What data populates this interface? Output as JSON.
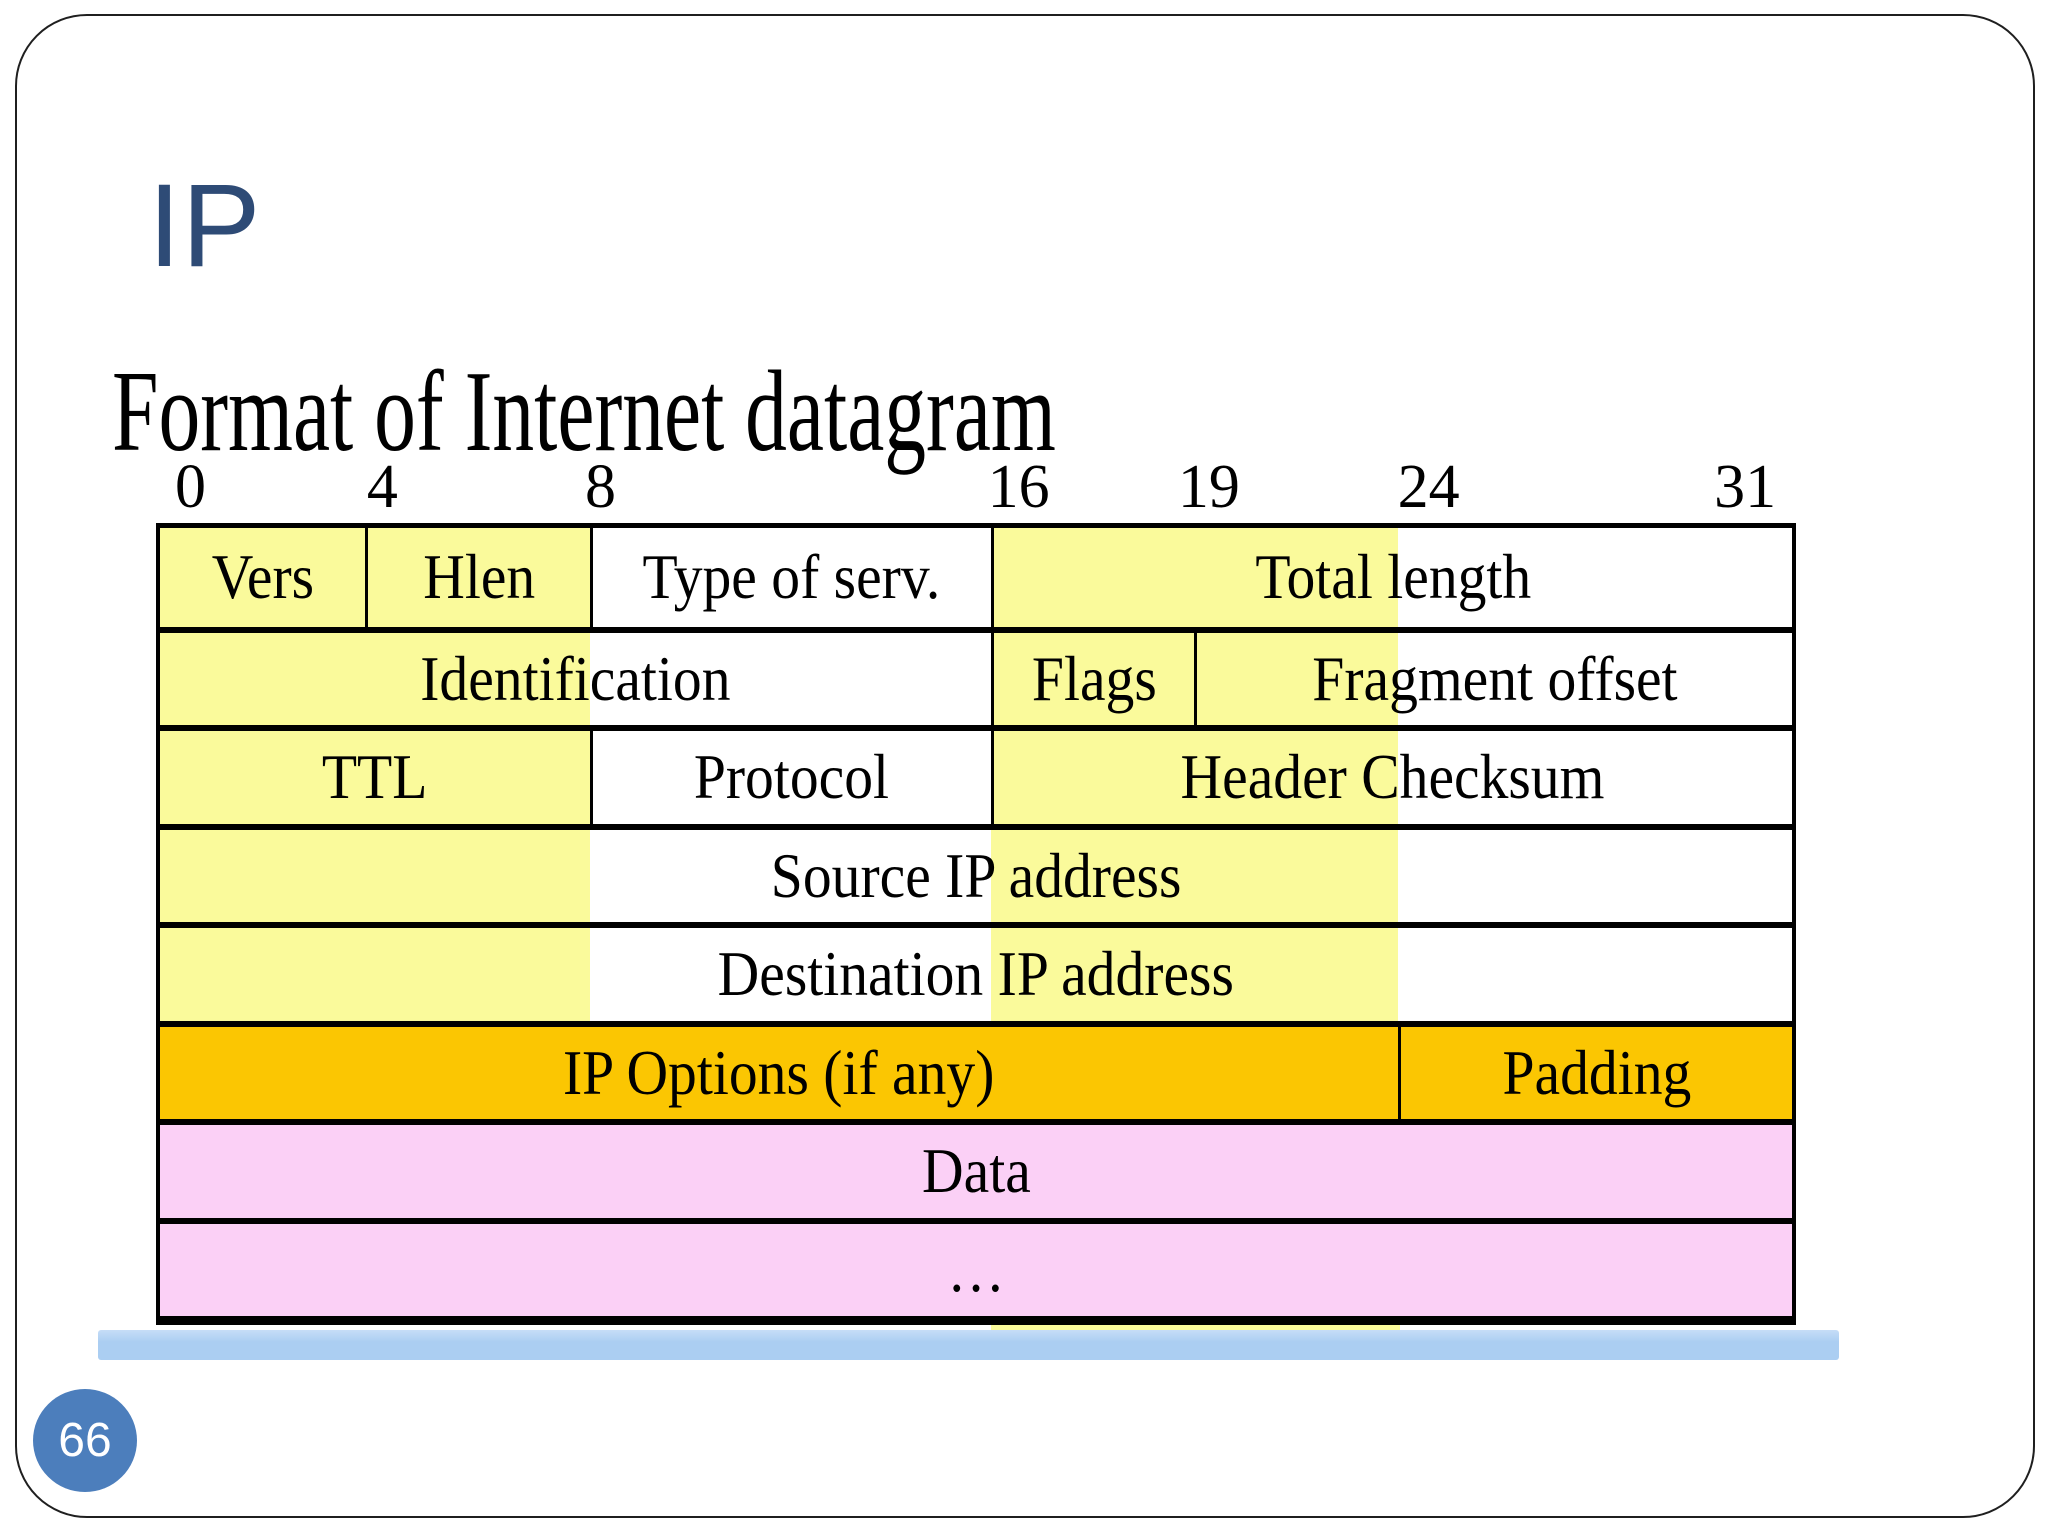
{
  "slide": {
    "title": "IP",
    "heading": "Format of Internet datagram",
    "page_number": "66"
  },
  "colors": {
    "title_blue": "#2E4B76",
    "highlight_yellow": "#FAFA9B",
    "options_orange": "#FBC602",
    "data_pink": "#FBD0F6",
    "divider_blue": "#ABCEF2",
    "badge_blue": "#4C7EBC",
    "border_black": "#000000"
  },
  "diagram": {
    "bit_ruler": [
      {
        "label": "0",
        "pct": 2.1
      },
      {
        "label": "4",
        "pct": 13.8
      },
      {
        "label": "8",
        "pct": 27.1
      },
      {
        "label": "16",
        "pct": 52.6
      },
      {
        "label": "19",
        "pct": 64.2
      },
      {
        "label": "24",
        "pct": 77.6
      },
      {
        "label": "31",
        "pct": 96.9
      }
    ],
    "highlight_bands": [
      {
        "name": "bits-0-8",
        "from_pct": 0,
        "to_pct": 26.34
      },
      {
        "name": "bits-16-24",
        "from_pct": 50.91,
        "to_pct": 75.85
      }
    ],
    "rows": [
      {
        "kind": "header",
        "cells": [
          {
            "label": "Vers",
            "bits": "0-3",
            "from_pct": 0,
            "to_pct": 12.56
          },
          {
            "label": "Hlen",
            "bits": "4-7",
            "from_pct": 12.56,
            "to_pct": 26.34
          },
          {
            "label": "Type of serv.",
            "bits": "8-15",
            "from_pct": 26.34,
            "to_pct": 50.91
          },
          {
            "label": "Total length",
            "bits": "16-31",
            "from_pct": 50.91,
            "to_pct": 100
          }
        ]
      },
      {
        "kind": "header",
        "cells": [
          {
            "label": "Identification",
            "bits": "0-15",
            "from_pct": 0,
            "to_pct": 50.91
          },
          {
            "label": "Flags",
            "bits": "16-18",
            "from_pct": 50.91,
            "to_pct": 63.35
          },
          {
            "label": "Fragment offset",
            "bits": "19-31",
            "from_pct": 63.35,
            "to_pct": 100
          }
        ]
      },
      {
        "kind": "header",
        "cells": [
          {
            "label": "TTL",
            "bits": "0-7",
            "from_pct": 0,
            "to_pct": 26.34
          },
          {
            "label": "Protocol",
            "bits": "8-15",
            "from_pct": 26.34,
            "to_pct": 50.91
          },
          {
            "label": "Header Checksum",
            "bits": "16-31",
            "from_pct": 50.91,
            "to_pct": 100
          }
        ]
      },
      {
        "kind": "header",
        "cells": [
          {
            "label": "Source IP address",
            "bits": "0-31",
            "from_pct": 0,
            "to_pct": 100
          }
        ]
      },
      {
        "kind": "header",
        "cells": [
          {
            "label": "Destination IP address",
            "bits": "0-31",
            "from_pct": 0,
            "to_pct": 100
          }
        ]
      },
      {
        "kind": "options",
        "cells": [
          {
            "label": "IP Options (if any)",
            "from_pct": 0,
            "to_pct": 75.85
          },
          {
            "label": "Padding",
            "from_pct": 75.85,
            "to_pct": 100
          }
        ]
      },
      {
        "kind": "data",
        "cells": [
          {
            "label": "Data",
            "from_pct": 0,
            "to_pct": 100
          }
        ]
      },
      {
        "kind": "data",
        "cells": [
          {
            "label": "…",
            "slug": "ellipsis",
            "from_pct": 0,
            "to_pct": 100
          }
        ]
      }
    ]
  }
}
